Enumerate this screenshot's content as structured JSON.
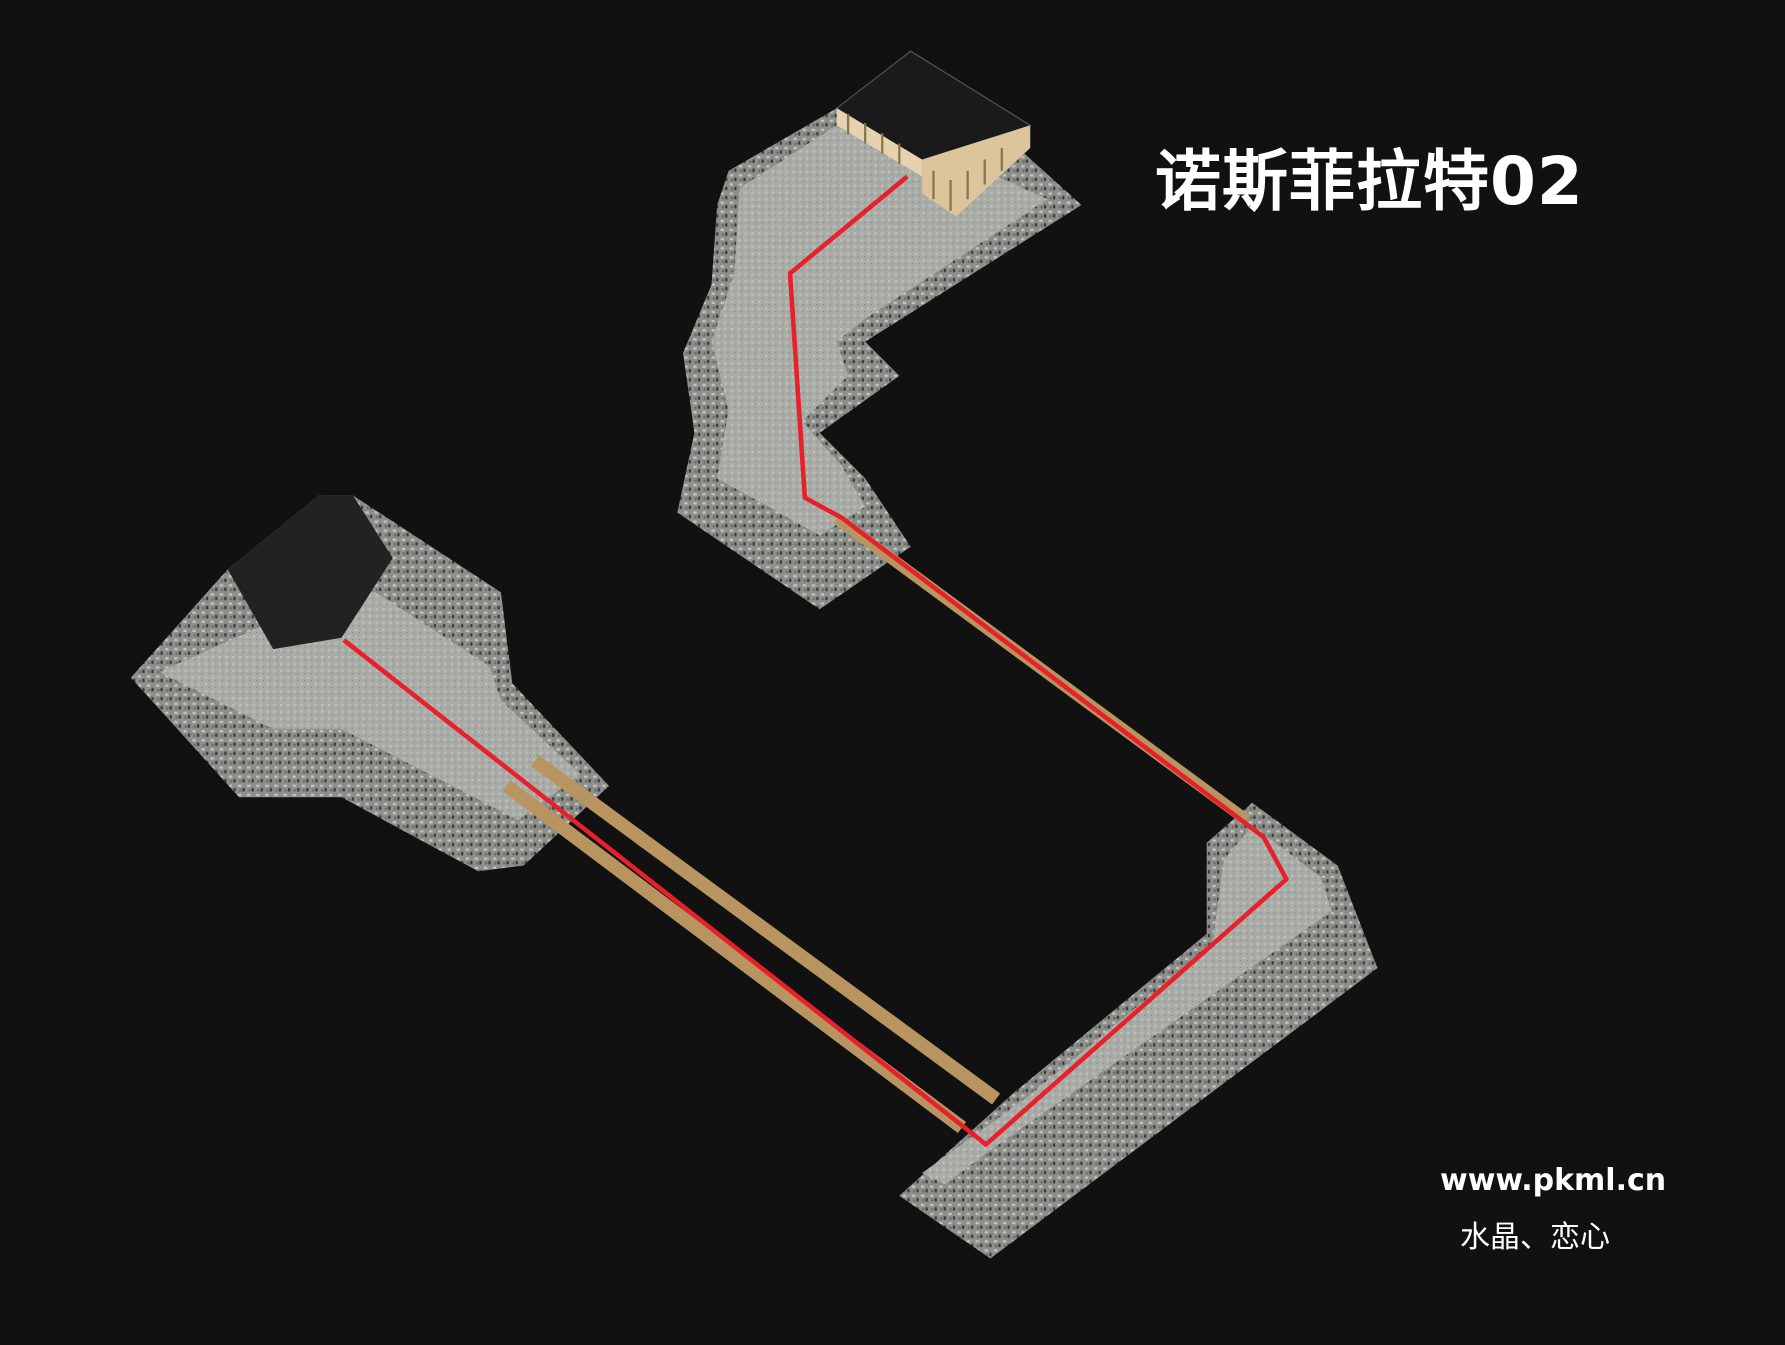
{
  "map": {
    "title": "诺斯菲拉特02",
    "watermark_site": "www.pkml.cn",
    "watermark_author": "水晶、恋心",
    "colors": {
      "background": "#111111",
      "stone": "#9a9c98",
      "stone_edge": "#4a4b48",
      "bridge": "#b89560",
      "route": "#e8202a"
    }
  }
}
